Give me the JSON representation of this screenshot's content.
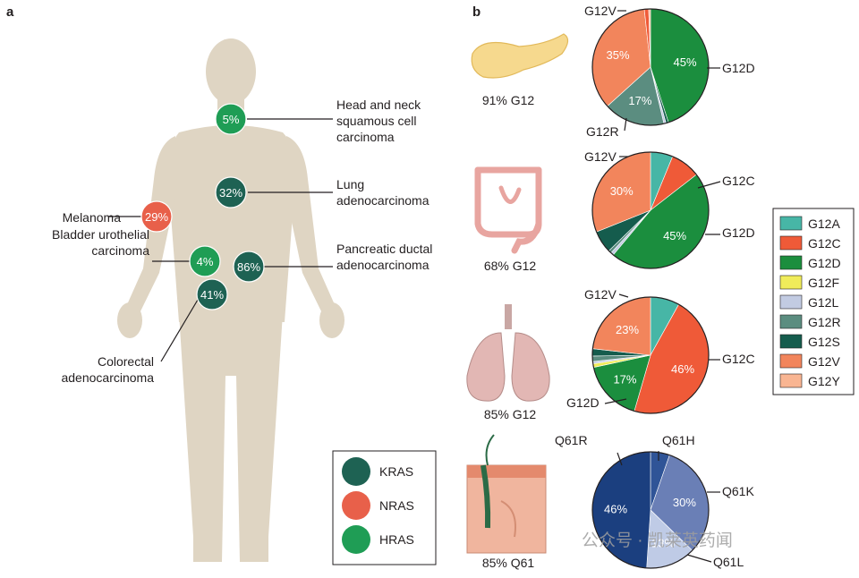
{
  "panel_labels": {
    "a": "a",
    "b": "b"
  },
  "colors": {
    "KRAS": "#1e6253",
    "NRAS": "#e8604a",
    "HRAS": "#1f9d55",
    "body": "#dfd5c3",
    "G12A": "#47b6a6",
    "G12C": "#ef5a38",
    "G12D": "#1b8e3e",
    "G12F": "#f0ec5a",
    "G12L": "#c2cbe2",
    "G12R": "#5b8d80",
    "G12S": "#155c4d",
    "G12V": "#f2855c",
    "G12Y": "#f9b592",
    "Q61H": "#2f5497",
    "Q61K": "#6a7fb6",
    "Q61L": "#bfcbe6",
    "Q61R": "#1b3f7f"
  },
  "panel_a": {
    "sites": [
      {
        "label": "Head and neck squamous cell carcinoma",
        "lines": [
          "Head and neck",
          "squamous cell",
          "carcinoma"
        ],
        "pct": "5%",
        "gene": "HRAS"
      },
      {
        "label": "Lung adenocarcinoma",
        "lines": [
          "Lung",
          "adenocarcinoma"
        ],
        "pct": "32%",
        "gene": "KRAS"
      },
      {
        "label": "Melanoma",
        "lines": [
          "Melanoma"
        ],
        "pct": "29%",
        "gene": "NRAS"
      },
      {
        "label": "Bladder urothelial carcinoma",
        "lines": [
          "Bladder urothelial",
          "carcinoma"
        ],
        "pct": "4%",
        "gene": "HRAS"
      },
      {
        "label": "Pancreatic ductal adenocarcinoma",
        "lines": [
          "Pancreatic ductal",
          "adenocarcinoma"
        ],
        "pct": "86%",
        "gene": "KRAS"
      },
      {
        "label": "Colorectal adenocarcinoma",
        "lines": [
          "Colorectal",
          "adenocarcinoma"
        ],
        "pct": "41%",
        "gene": "KRAS"
      }
    ],
    "legend": [
      "KRAS",
      "NRAS",
      "HRAS"
    ]
  },
  "legend_b": [
    "G12A",
    "G12C",
    "G12D",
    "G12F",
    "G12L",
    "G12R",
    "G12S",
    "G12V",
    "G12Y"
  ],
  "chart_data": [
    {
      "type": "pie",
      "organ": "pancreas",
      "caption": "91% G12",
      "slices": [
        {
          "label": "G12D",
          "value": 45,
          "text": "45%"
        },
        {
          "label": "G12S",
          "value": 0.7,
          "text": ""
        },
        {
          "label": "G12L",
          "value": 0.6,
          "text": ""
        },
        {
          "label": "G12R",
          "value": 17,
          "text": "17%"
        },
        {
          "label": "G12V",
          "value": 35,
          "text": "35%"
        },
        {
          "label": "G12C",
          "value": 1.2,
          "text": ""
        },
        {
          "label": "G12Y",
          "value": 0.5,
          "text": ""
        }
      ],
      "callouts": [
        "G12V",
        "G12D",
        "G12R"
      ]
    },
    {
      "type": "pie",
      "organ": "colon",
      "caption": "68% G12",
      "slices": [
        {
          "label": "G12A",
          "value": 6,
          "text": ""
        },
        {
          "label": "G12C",
          "value": 8,
          "text": ""
        },
        {
          "label": "G12D",
          "value": 45,
          "text": "45%"
        },
        {
          "label": "G12L",
          "value": 0.8,
          "text": ""
        },
        {
          "label": "G12R",
          "value": 0.8,
          "text": ""
        },
        {
          "label": "G12S",
          "value": 6,
          "text": ""
        },
        {
          "label": "G12V",
          "value": 30,
          "text": "30%"
        }
      ],
      "callouts": [
        "G12V",
        "G12C",
        "G12D"
      ]
    },
    {
      "type": "pie",
      "organ": "lung",
      "caption": "85% G12",
      "slices": [
        {
          "label": "G12A",
          "value": 8,
          "text": ""
        },
        {
          "label": "G12C",
          "value": 46,
          "text": "46%"
        },
        {
          "label": "G12D",
          "value": 17,
          "text": "17%"
        },
        {
          "label": "G12F",
          "value": 1,
          "text": ""
        },
        {
          "label": "G12L",
          "value": 0.6,
          "text": ""
        },
        {
          "label": "G12R",
          "value": 1.5,
          "text": ""
        },
        {
          "label": "G12S",
          "value": 2,
          "text": ""
        },
        {
          "label": "G12V",
          "value": 23,
          "text": "23%"
        }
      ],
      "callouts": [
        "G12V",
        "G12C",
        "G12D"
      ]
    },
    {
      "type": "pie",
      "organ": "skin",
      "caption": "85% Q61",
      "slices": [
        {
          "label": "Q61H",
          "value": 5,
          "text": ""
        },
        {
          "label": "Q61K",
          "value": 30,
          "text": "30%"
        },
        {
          "label": "Q61L",
          "value": 13,
          "text": "13%"
        },
        {
          "label": "Q61R",
          "value": 46,
          "text": "46%"
        }
      ],
      "callouts": [
        "Q61R",
        "Q61H",
        "Q61K",
        "Q61L"
      ]
    }
  ],
  "watermark": "公众号 · 凯莱英药闻"
}
